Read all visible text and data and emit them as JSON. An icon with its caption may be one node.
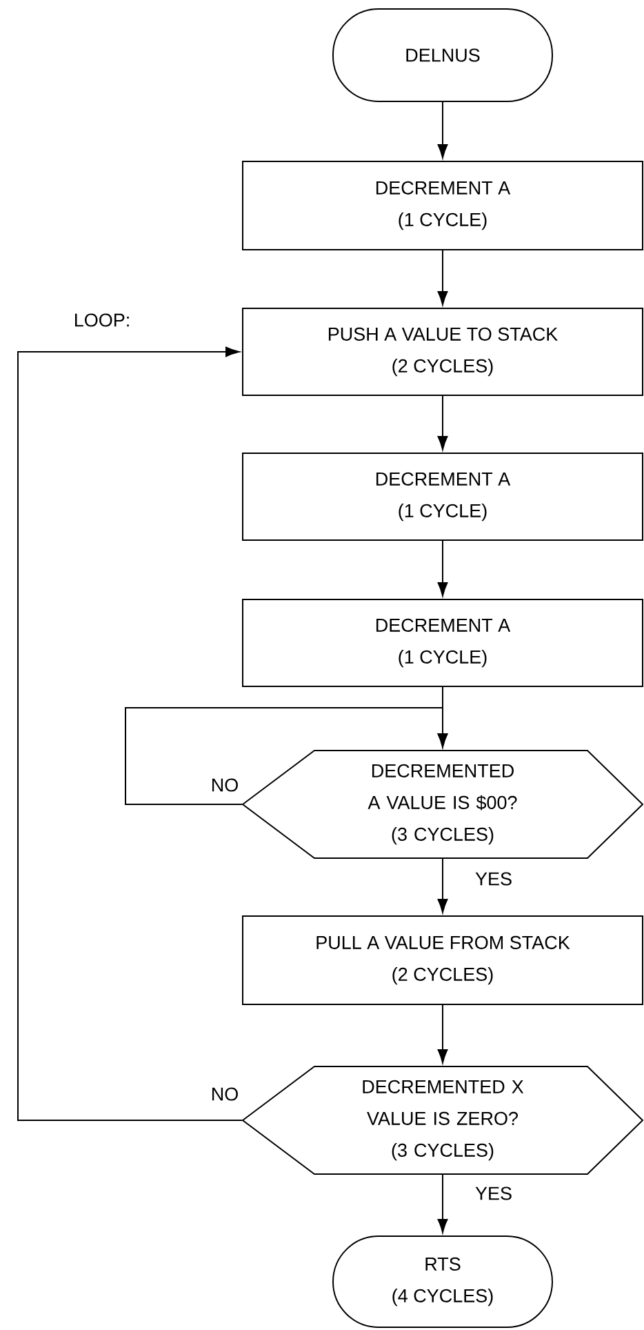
{
  "diagram": {
    "nodes": [
      {
        "text": [
          "DELNUS"
        ]
      },
      {
        "text": [
          "DECREMENT A",
          "(1 CYCLE)"
        ]
      },
      {
        "text": [
          "PUSH A VALUE TO STACK",
          "(2 CYCLES)"
        ]
      },
      {
        "text": [
          "DECREMENT A",
          "(1 CYCLE)"
        ]
      },
      {
        "text": [
          "DECREMENT A",
          "(1 CYCLE)"
        ]
      },
      {
        "text": [
          "DECREMENTED A VALUE IS $00?",
          "(3 CYCLES)"
        ]
      },
      {
        "text": [
          "PULL A VALUE FROM STACK",
          "(2 CYCLES)"
        ]
      },
      {
        "text": [
          "DECREMENTED X VALUE IS ZERO?",
          "(3 CYCLES)"
        ]
      },
      {
        "text": [
          "RTS",
          "(4 CYCLES)"
        ]
      }
    ],
    "edges": [
      {
        "from": 0,
        "to": 1,
        "arrow": "to"
      },
      {
        "from": 1,
        "to": 2,
        "arrow": "to"
      },
      {
        "from": 2,
        "to": 3,
        "arrow": "to"
      },
      {
        "from": 3,
        "to": 4,
        "arrow": "to"
      },
      {
        "from": 4,
        "to": 5,
        "arrow": "to"
      },
      {
        "from": 5,
        "to": 5,
        "arrow": "to",
        "label": "NO"
      },
      {
        "from": 5,
        "to": 6,
        "arrow": "to",
        "label": "YES"
      },
      {
        "from": 6,
        "to": 7,
        "arrow": "to"
      },
      {
        "from": 7,
        "to": 2,
        "arrow": "to",
        "label": "NO"
      },
      {
        "from": 7,
        "to": 8,
        "arrow": "to",
        "label": "YES"
      }
    ],
    "labels": [
      "LOOP:"
    ]
  }
}
